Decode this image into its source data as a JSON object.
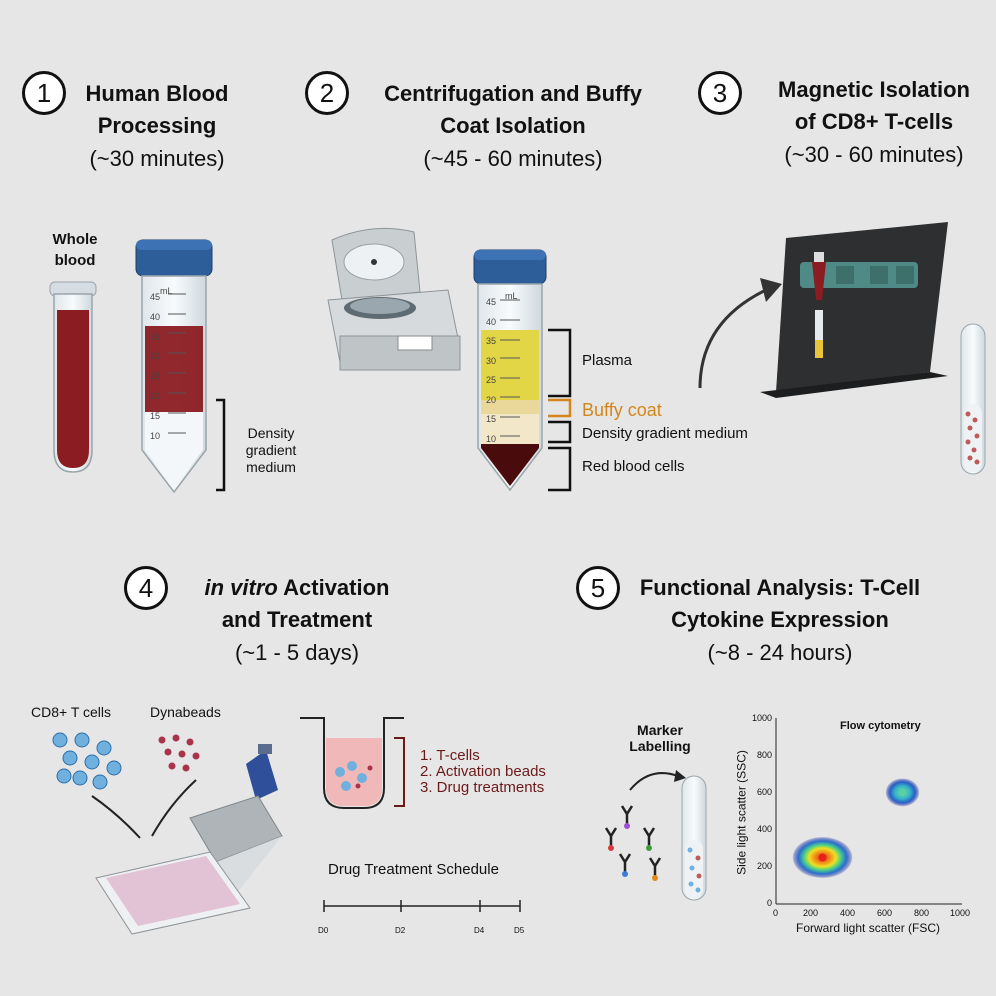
{
  "steps": [
    {
      "number": "1",
      "title_line1": "Human Blood",
      "title_line2": "Processing",
      "duration": "(~30 minutes)"
    },
    {
      "number": "2",
      "title_line1": "Centrifugation and Buffy",
      "title_line2": "Coat Isolation",
      "duration": "(~45 - 60 minutes)"
    },
    {
      "number": "3",
      "title_line1": "Magnetic Isolation",
      "title_line2": "of CD8+ T-cells",
      "duration": "(~30 - 60 minutes)"
    },
    {
      "number": "4",
      "title_em": "in vitro",
      "title_line1": " Activation",
      "title_line2": "and Treatment",
      "duration": "(~1 - 5 days)"
    },
    {
      "number": "5",
      "title_line1": "Functional Analysis: T-Cell",
      "title_line2": "Cytokine Expression",
      "duration": "(~8 - 24 hours)"
    }
  ],
  "panel1": {
    "whole_blood_line1": "Whole",
    "whole_blood_line2": "blood",
    "density_line1": "Density",
    "density_line2": "gradient",
    "density_line3": "medium",
    "tube_unit": "mL",
    "tube_ticks": [
      "45",
      "40",
      "35",
      "30",
      "25",
      "20",
      "15",
      "10"
    ]
  },
  "panel2": {
    "tube_unit": "mL",
    "tube_ticks": [
      "45",
      "40",
      "35",
      "30",
      "25",
      "20",
      "15",
      "10"
    ],
    "layers": {
      "plasma": "Plasma",
      "buffy": "Buffy coat",
      "density": "Density gradient medium",
      "rbc": "Red blood cells"
    },
    "colors": {
      "buffy": "#d4861c",
      "plasma": "#e0d24a",
      "rbc": "#4a0b0d"
    }
  },
  "panel4": {
    "cd8_label": "CD8+ T cells",
    "beads_label": "Dynabeads",
    "components": [
      "1. T-cells",
      "2. Activation beads",
      "3. Drug treatments"
    ],
    "schedule_title": "Drug Treatment Schedule",
    "schedule_ticks": [
      "D0",
      "D2",
      "D4",
      "D5"
    ],
    "component_color": "#6b1a1a"
  },
  "panel5": {
    "marker_line1": "Marker",
    "marker_line2": "Labelling"
  },
  "chart_data": {
    "type": "scatter",
    "title": "Flow cytometry",
    "xlabel": "Forward light scatter (FSC)",
    "ylabel": "Side light scatter (SSC)",
    "xlim": [
      0,
      1000
    ],
    "ylim": [
      0,
      1000
    ],
    "xticks": [
      "0",
      "200",
      "400",
      "600",
      "800",
      "1000"
    ],
    "yticks": [
      "0",
      "200",
      "400",
      "600",
      "800",
      "1000"
    ],
    "series": [
      {
        "center": [
          250,
          250
        ],
        "spread": [
          160,
          110
        ],
        "peak_color": "#e8201a"
      },
      {
        "center": [
          680,
          600
        ],
        "spread": [
          90,
          75
        ],
        "peak_color": "#5ad0a0"
      }
    ]
  }
}
